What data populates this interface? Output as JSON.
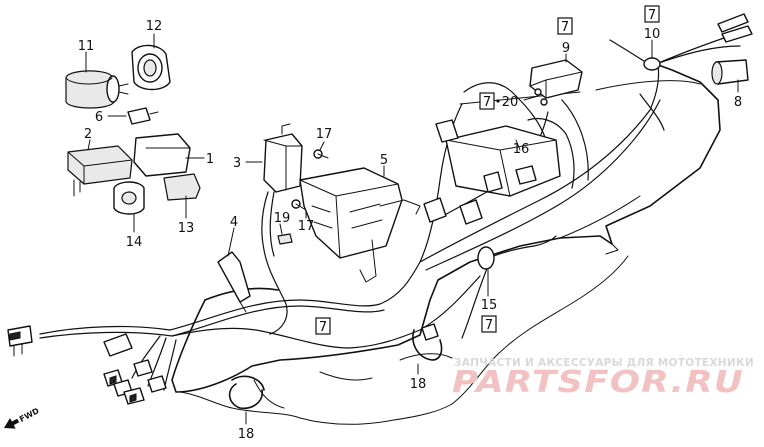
{
  "diagram": {
    "part_numbers": {
      "p1": "1",
      "p2": "2",
      "p3": "3",
      "p4": "4",
      "p5": "5",
      "p6": "6",
      "p8": "8",
      "p9": "9",
      "p10": "10",
      "p11": "11",
      "p12": "12",
      "p13": "13",
      "p14": "14",
      "p15": "15",
      "p16": "16",
      "p17a": "17",
      "p17b": "17",
      "p18a": "18",
      "p18b": "18",
      "p19": "19",
      "p20": "20"
    },
    "boxed_ref": "7",
    "direction_marker": "FWD"
  },
  "watermark": {
    "caption": "ЗАПЧАСТИ И АКСЕССУАРЫ ДЛЯ МОТОТЕХНИКИ",
    "brand": "PARTSFOR.RU",
    "color": "#f2c2c2"
  }
}
